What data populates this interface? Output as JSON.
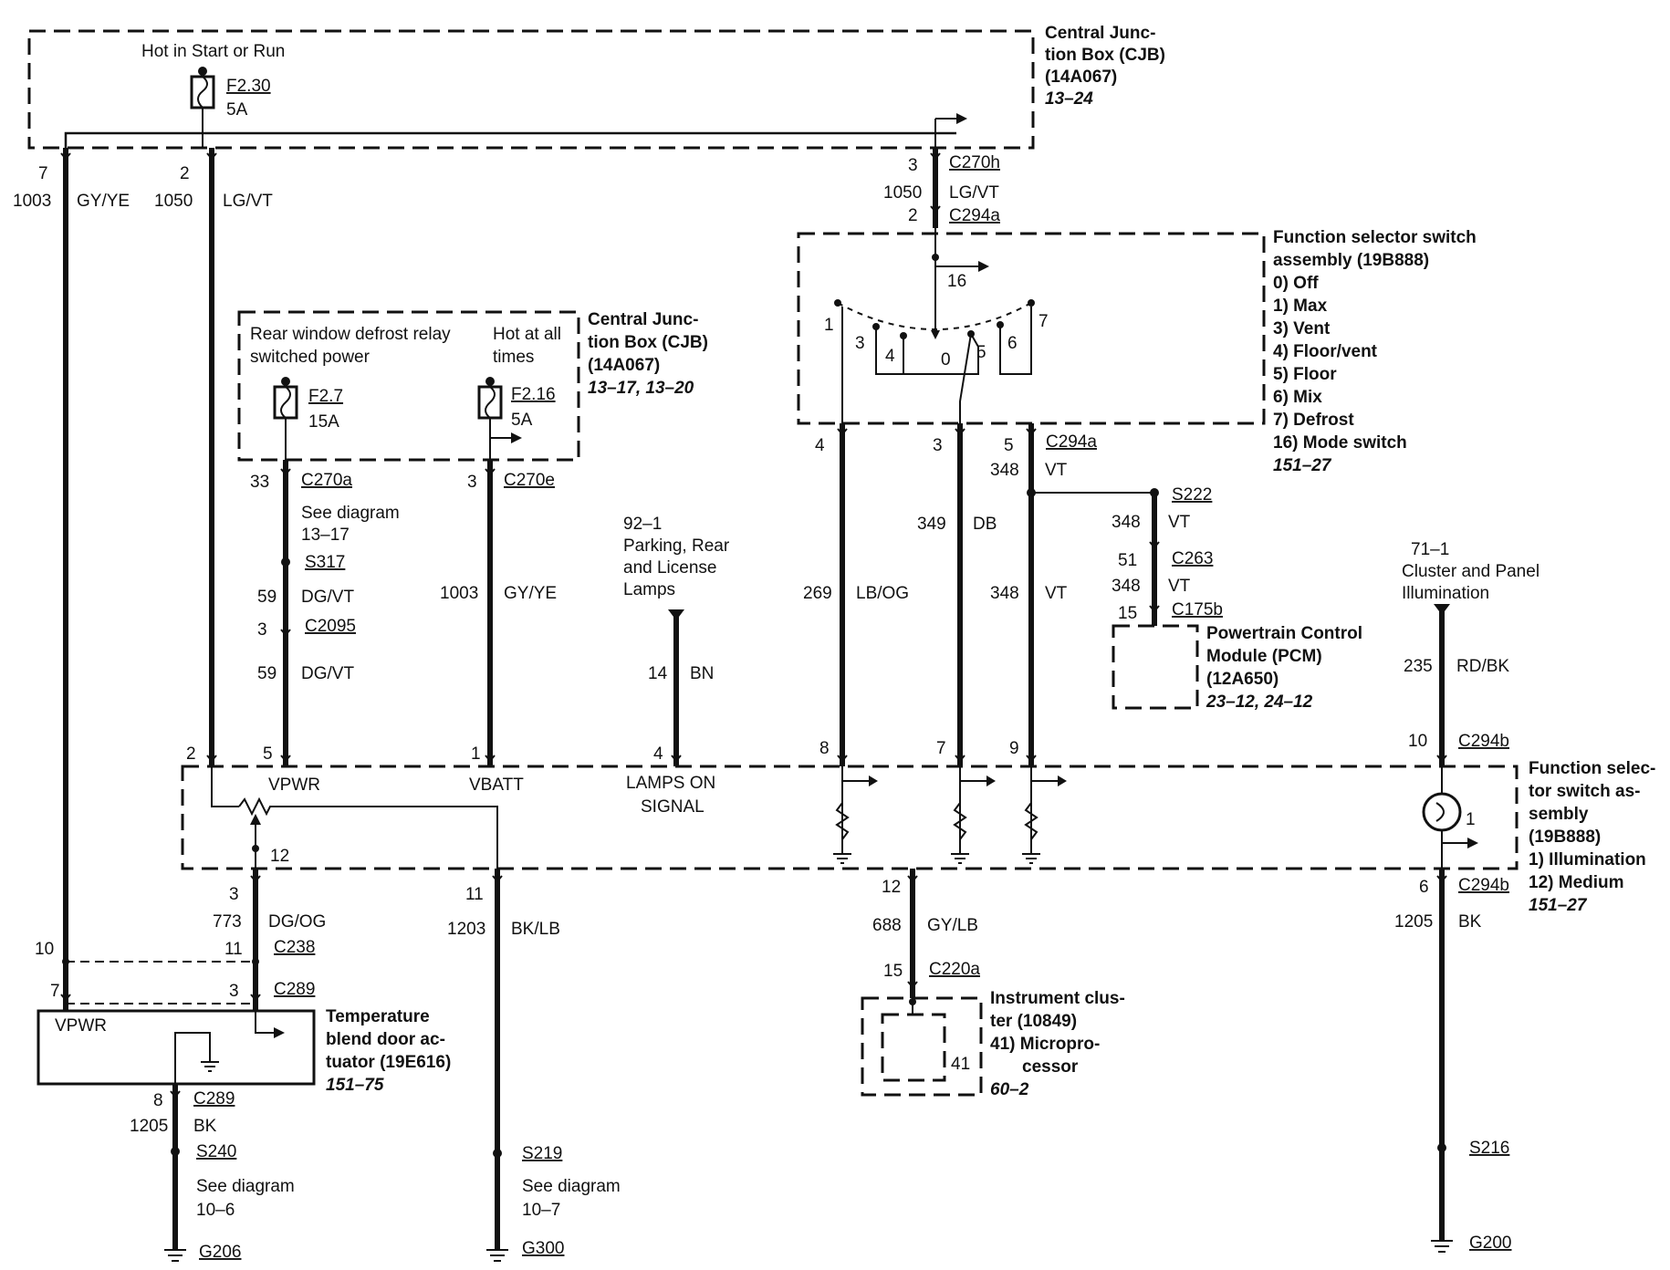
{
  "cjb_top": {
    "title": [
      "Central Junc-",
      "tion Box (CJB)",
      "(14A067)"
    ],
    "ref": "13–24",
    "hot_label": "Hot in Start or Run",
    "fuse": "F2.30",
    "amps": "5A"
  },
  "top_wires": {
    "left_pin": "7",
    "left_circuit": "1003",
    "left_color": "GY/YE",
    "mid_pin": "2",
    "mid_circuit": "1050",
    "mid_color": "LG/VT"
  },
  "c270h": {
    "pin": "3",
    "connector": "C270h",
    "circuit": "1050",
    "color": "LG/VT",
    "pin2": "2",
    "connector2": "C294a"
  },
  "fss_top": {
    "title": [
      "Function selector switch",
      "assembly (19B888)"
    ],
    "items": [
      "0)    Off",
      "1)    Max",
      "3)    Vent",
      "4)    Floor/vent",
      "5)    Floor",
      "6)    Mix",
      "7)    Defrost",
      "16)  Mode switch"
    ],
    "ref": "151–27",
    "mode_pin": "16",
    "pos_labels": [
      "1",
      "3",
      "4",
      "0",
      "5",
      "6",
      "7"
    ],
    "out_pins": [
      "4",
      "3",
      "5"
    ],
    "out_connector": "C294a"
  },
  "cjb_mid": {
    "title": [
      "Central Junc-",
      "tion Box (CJB)",
      "(14A067)"
    ],
    "ref": "13–17, 13–20",
    "relay_label": [
      "Rear window defrost relay",
      "switched power"
    ],
    "hot_label": [
      "Hot at all",
      "times"
    ],
    "fuse1": "F2.7",
    "amps1": "15A",
    "fuse2": "F2.16",
    "amps2": "5A"
  },
  "left_branch": {
    "pin1": "33",
    "conn1": "C270a",
    "see": [
      "See diagram",
      "13–17"
    ],
    "splice": "S317",
    "c1": "59",
    "col1": "DG/VT",
    "pin2": "3",
    "conn2": "C2095",
    "c2": "59",
    "col2": "DG/VT"
  },
  "vbatt_branch": {
    "pin": "3",
    "conn": "C270e",
    "circuit": "1003",
    "color": "GY/YE"
  },
  "lamps": {
    "ref": "92–1",
    "label": [
      "Parking, Rear",
      "and License",
      "Lamps"
    ],
    "circuit": "14",
    "color": "BN"
  },
  "fss_wires": {
    "c1": "269",
    "col1": "LB/OG",
    "c2": "349",
    "col2": "DB",
    "c3a": "348",
    "col3a": "VT",
    "c3b": "348",
    "col3b": "VT"
  },
  "pcm": {
    "splice": "S222",
    "c1": "348",
    "col1": "VT",
    "pin_a": "51",
    "conn_a": "C263",
    "c2": "348",
    "col2": "VT",
    "pin_b": "15",
    "conn_b": "C175b",
    "title": [
      "Powertrain Control",
      "Module (PCM)",
      "(12A650)"
    ],
    "ref": "23–12, 24–12"
  },
  "illum": {
    "ref": "71–1",
    "label": [
      "Cluster and Panel",
      "Illumination"
    ],
    "circuit": "235",
    "color": "RD/BK"
  },
  "fss_bottom": {
    "pins_top": [
      "2",
      "5",
      "1",
      "4",
      "8",
      "7",
      "9",
      "10"
    ],
    "conn_top": "C294b",
    "vpwr": "VPWR",
    "vbatt": "VBATT",
    "lamps_on": [
      "LAMPS ON",
      "SIGNAL"
    ],
    "title": [
      "Function selec-",
      "tor switch as-",
      "sembly",
      "(19B888)",
      "1)    Illumination",
      "12)  Medium"
    ],
    "ref": "151–27",
    "pin12": "12",
    "lamp_pin": "1"
  },
  "actuator": {
    "pin_a": "3",
    "circuit": "773",
    "color": "DG/OG",
    "pin10": "10",
    "pin11": "11",
    "conn238": "C238",
    "pin7": "7",
    "pin3": "3",
    "conn289": "C289",
    "vpwr": "VPWR",
    "title": [
      "Temperature",
      "blend door ac-",
      "tuator (19E616)"
    ],
    "ref": "151–75",
    "pin8": "8",
    "conn_b": "C289",
    "c_b": "1205",
    "col_b": "BK",
    "splice": "S240",
    "see": [
      "See diagram",
      "10–6"
    ],
    "ground": "G206"
  },
  "ground_mid": {
    "pin": "11",
    "circuit": "1203",
    "color": "BK/LB",
    "splice": "S219",
    "see": [
      "See diagram",
      "10–7"
    ],
    "ground": "G300"
  },
  "cluster": {
    "pin": "12",
    "circuit": "688",
    "color": "GY/LB",
    "pin2": "15",
    "conn": "C220a",
    "title": [
      "Instrument clus-",
      "ter (10849)",
      "41)  Micropro-",
      "cessor"
    ],
    "pin41": "41",
    "ref": "60–2"
  },
  "right_ground": {
    "pin": "6",
    "conn": "C294b",
    "circuit": "1205",
    "color": "BK",
    "splice": "S216",
    "ground": "G200"
  }
}
